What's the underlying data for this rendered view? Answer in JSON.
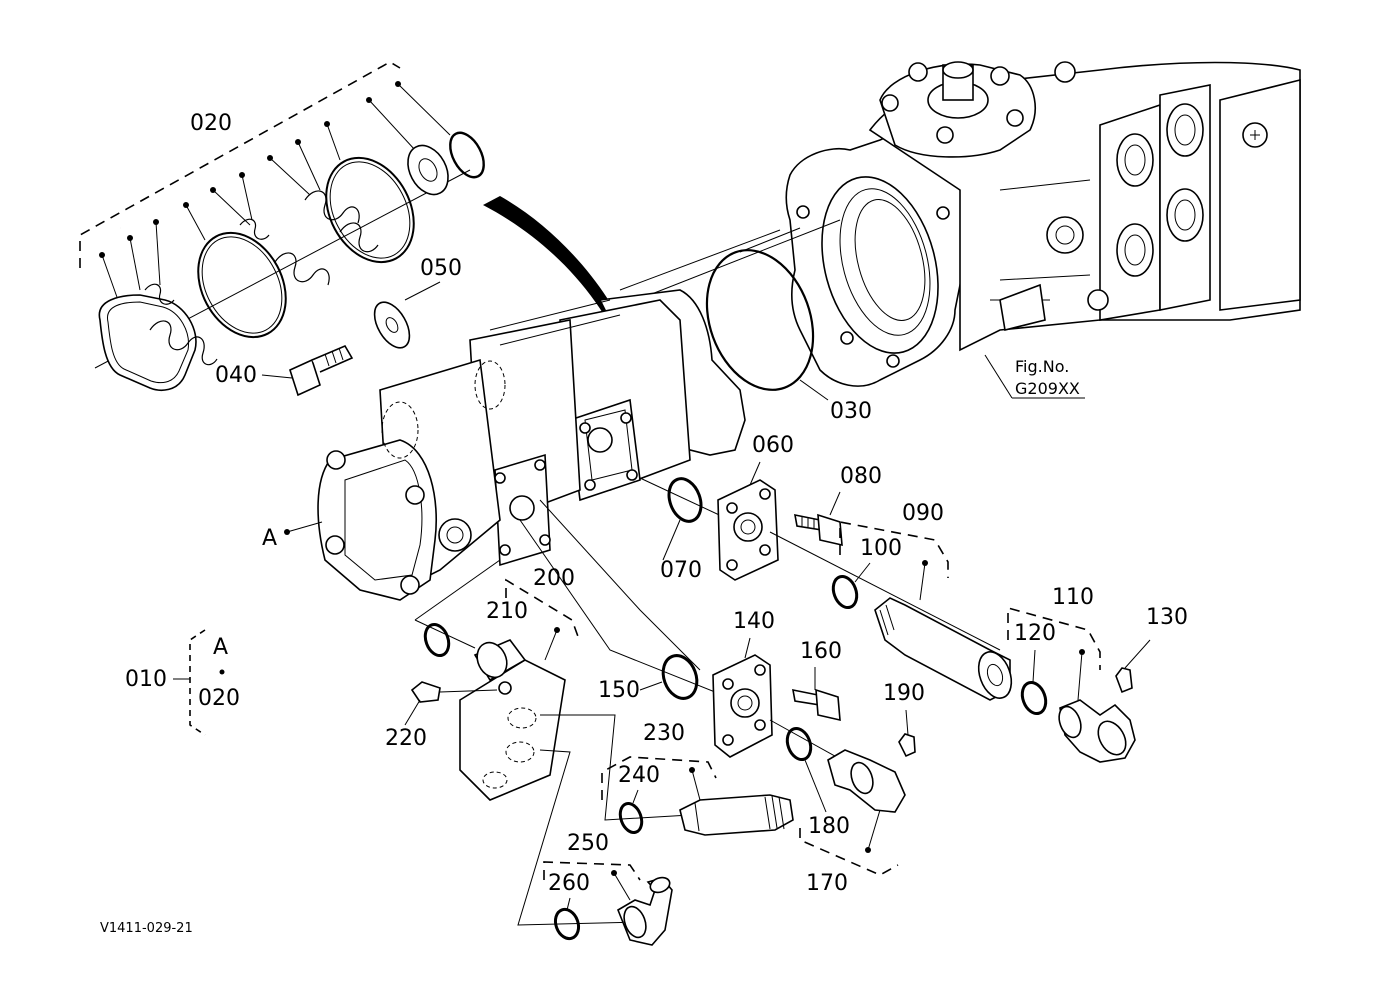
{
  "labels": {
    "p010": "010",
    "p020": "020",
    "p020b": "020",
    "p030": "030",
    "p040": "040",
    "p050": "050",
    "p060": "060",
    "p070": "070",
    "p080": "080",
    "p090": "090",
    "p100": "100",
    "p110": "110",
    "p120": "120",
    "p130": "130",
    "p140": "140",
    "p150": "150",
    "p160": "160",
    "p170": "170",
    "p180": "180",
    "p190": "190",
    "p200": "200",
    "p210": "210",
    "p220": "220",
    "p230": "230",
    "p240": "240",
    "p250": "250",
    "p260": "260",
    "refA": "A",
    "refA2": "A"
  },
  "figure_ref": {
    "line1": "Fig.No.",
    "line2": "G209XX"
  },
  "drawing_code": "V1411-029-21"
}
